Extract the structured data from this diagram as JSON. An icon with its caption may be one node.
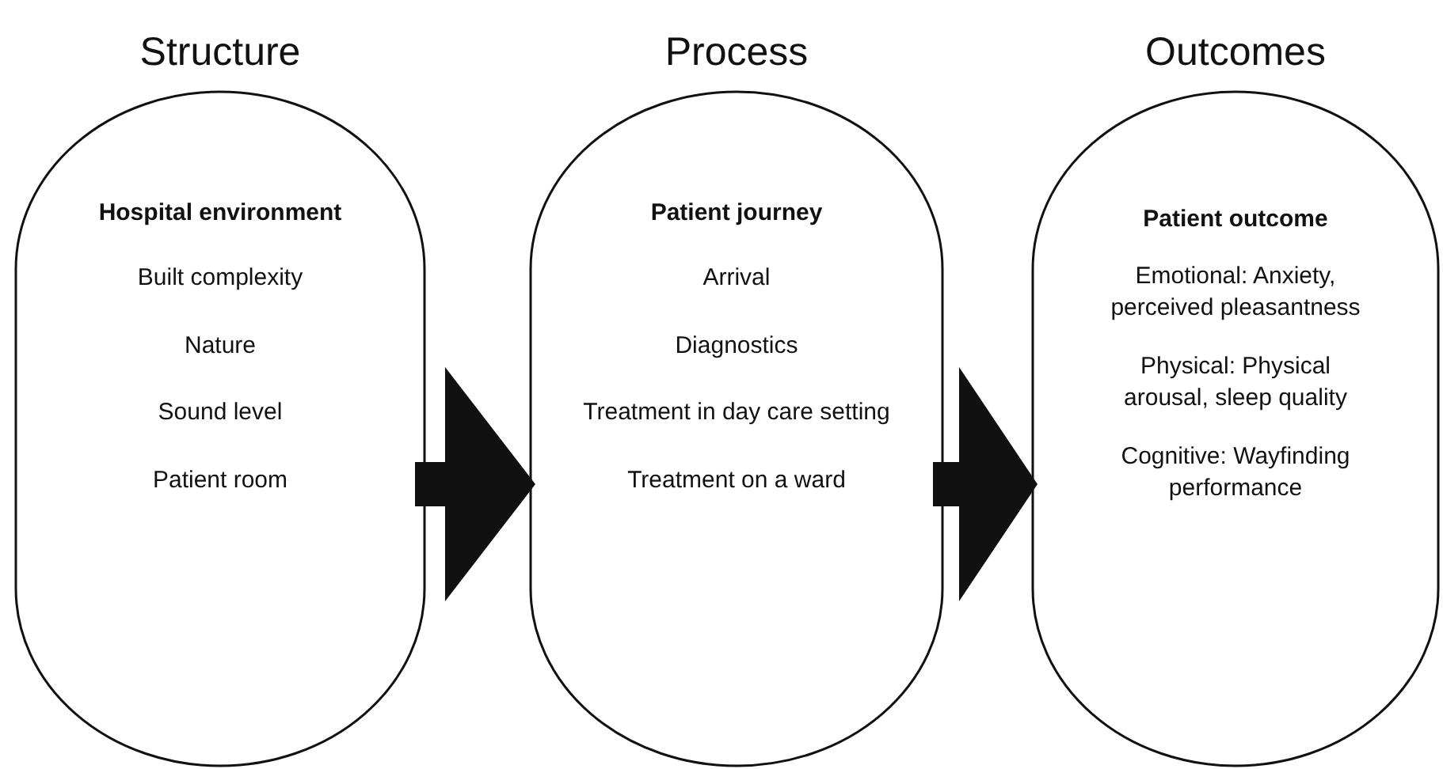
{
  "diagram": {
    "nodes": [
      {
        "text": [
          "Structure",
          "Hospital environment",
          "Built complexity",
          "Nature",
          "Sound level",
          "Patient room"
        ]
      },
      {
        "text": [
          "Process",
          "Patient journey",
          "Arrival",
          "Diagnostics",
          "Treatment in day care setting",
          "Treatment on a ward"
        ]
      },
      {
        "text": [
          "Outcomes",
          "Patient outcome",
          "Emotional: Anxiety, perceived pleasantness",
          "Physical: Physical arousal, sleep quality",
          "Cognitive: Wayfinding performance"
        ]
      }
    ],
    "edges": [
      {
        "from": 0,
        "to": 1,
        "arrow": "to",
        "style": "thick"
      },
      {
        "from": 1,
        "to": 2,
        "arrow": "to",
        "style": "thick"
      }
    ]
  }
}
